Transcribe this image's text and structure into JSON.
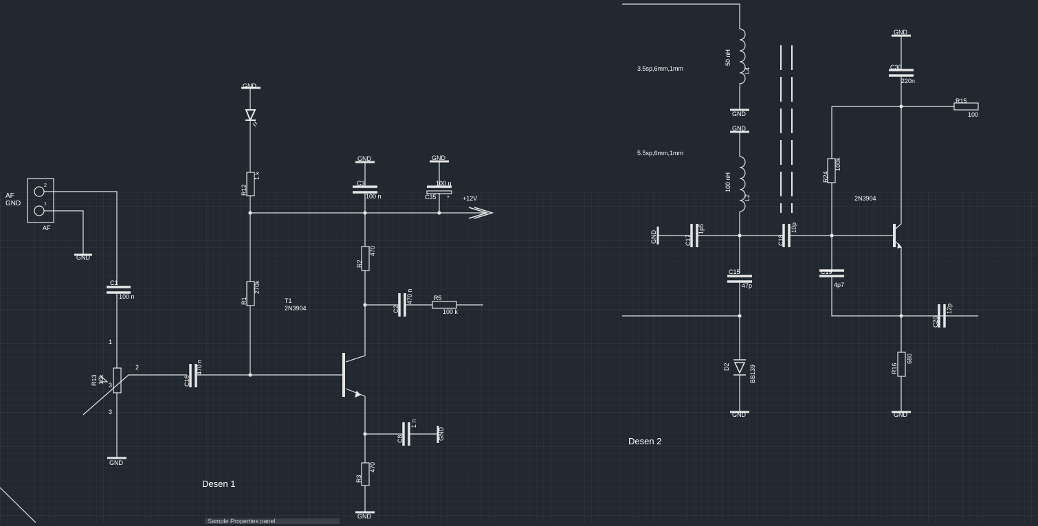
{
  "labels": {
    "gnd": "GND",
    "af": "AF",
    "pin1": "1",
    "pin2": "2",
    "pin3": "3",
    "plus12v": "+12V",
    "plus": "+",
    "sheet1": "Desen 1",
    "sheet2": "Desen 2",
    "tab": "Sample Properties panel"
  },
  "parts": {
    "C1": {
      "ref": "C1",
      "value": "100 n"
    },
    "C3": {
      "ref": "C3",
      "value": "100 n"
    },
    "C35": {
      "ref": "C35",
      "value": "100 u"
    },
    "C2": {
      "ref": "C2",
      "value": "470 n"
    },
    "C16": {
      "ref": "C16",
      "value": "470 n"
    },
    "C8": {
      "ref": "C8",
      "value": "1 n"
    },
    "R12": {
      "ref": "R12",
      "value": "1 k"
    },
    "R1": {
      "ref": "R1",
      "value": "270k"
    },
    "R2": {
      "ref": "R2",
      "value": "470"
    },
    "R3": {
      "ref": "R3",
      "value": "470"
    },
    "R5": {
      "ref": "R5",
      "value": "100 k"
    },
    "R13": {
      "ref": "R13",
      "value": "10k"
    },
    "T1": {
      "ref": "T1",
      "value": "2N3904"
    },
    "L4": {
      "ref": "L4",
      "value": "50 nH",
      "note": "3.5sp,6mm,1mm"
    },
    "L2": {
      "ref": "L2",
      "value": "100 nH",
      "note": "5.5sp,6mm,1mm"
    },
    "C17": {
      "ref": "C17",
      "value": "1p5"
    },
    "C18": {
      "ref": "C18",
      "value": "10p"
    },
    "C15": {
      "ref": "C15",
      "value": "47p"
    },
    "C19": {
      "ref": "C19",
      "value": "4p7"
    },
    "C20": {
      "ref": "C20",
      "value": "12p"
    },
    "C30": {
      "ref": "C30",
      "value": "220n"
    },
    "R15": {
      "ref": "R15",
      "value": "100"
    },
    "R24": {
      "ref": "R24",
      "value": "100k"
    },
    "R16": {
      "ref": "R16",
      "value": "680"
    },
    "D2": {
      "ref": "D2",
      "value": "BB139"
    },
    "T2": {
      "value": "2N3904"
    }
  },
  "colors": {
    "background": "#212830",
    "grid": "#2d343d",
    "wire": "#e6e6e6",
    "text": "#ffffff"
  }
}
